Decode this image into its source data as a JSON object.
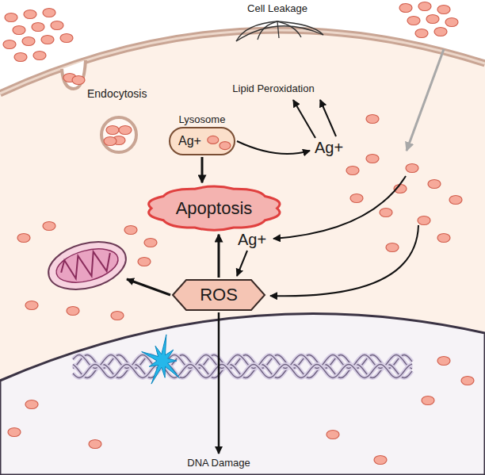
{
  "diagram": {
    "nodes": [
      {
        "text": [
          "Lysosome",
          "Ag+"
        ]
      },
      {
        "text": [
          "Apoptosis"
        ]
      },
      {
        "text": [
          "ROS"
        ]
      }
    ],
    "edges": [
      {
        "from": 0,
        "to": 1,
        "arrow": "to"
      },
      {
        "from": 2,
        "to": 1,
        "arrow": "to"
      }
    ],
    "labels": [
      "Cell Leakage",
      "Lipid Peroxidation",
      "Endocytosis",
      "Ag+",
      "Ag+",
      "DNA Damage"
    ]
  }
}
